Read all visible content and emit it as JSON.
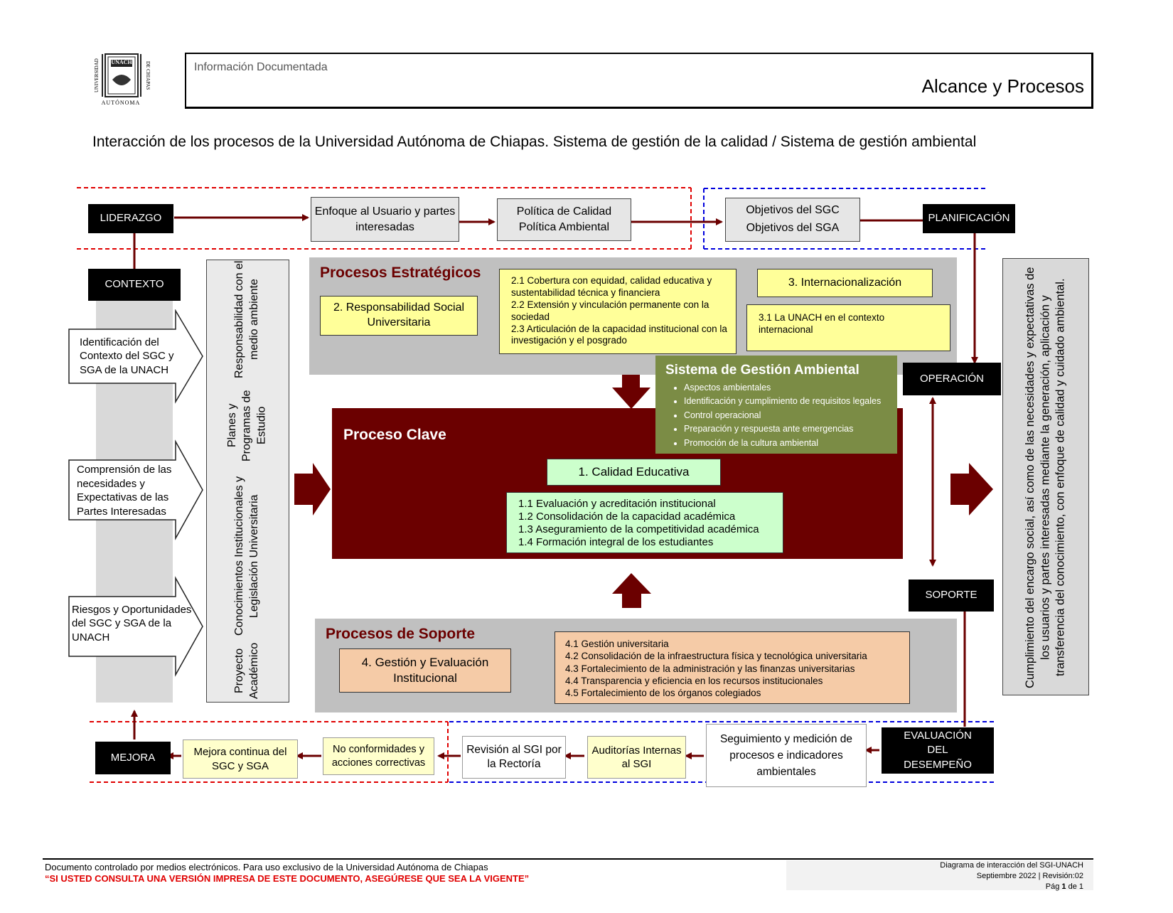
{
  "header": {
    "label": "Información Documentada",
    "title": "Alcance y Procesos"
  },
  "logo": {
    "text_left": "UNIVERSIDAD",
    "text_right": "DE CHIAPAS",
    "text_center": "UNACH",
    "text_bottom": "AUTÓNOMA"
  },
  "diagram": {
    "title": "Interacción de los procesos de la Universidad Autónoma de Chiapas. Sistema de gestión de la calidad / Sistema de gestión ambiental",
    "liderazgo": "LIDERAZGO",
    "enfoque": "Enfoque al Usuario y partes interesadas",
    "politica_1": "Política de Calidad",
    "politica_2": "Política Ambiental",
    "objetivos_1": "Objetivos del SGC",
    "objetivos_2": "Objetivos del SGA",
    "planificacion": "PLANIFICACIÓN",
    "contexto": "CONTEXTO",
    "ctx_1": "Identificación del Contexto del SGC y SGA de la UNACH",
    "ctx_2": "Comprensión de las necesidades y Expectativas de las Partes Interesadas",
    "ctx_3": "Riesgos y Oportunidades del SGC y SGA de la UNACH",
    "proyecto_1": "Proyecto Académico",
    "proyecto_2": "Conocimientos Institucionales y Legislación Universitaria",
    "proyecto_3": "Planes y Programas de Estudio",
    "proyecto_4": "Responsabilidad con el medio ambiente",
    "estrategicos_title": "Procesos Estratégicos",
    "resp_social": "2. Responsabilidad Social Universitaria",
    "estr_items": "2.1 Cobertura con equidad, calidad educativa y sustentabilidad técnica y financiera\n2.2 Extensión y vinculación permanente con la sociedad\n2.3 Articulación de la capacidad institucional con la investigación y el posgrado",
    "internac": "3. Internacionalización",
    "internac_item": "3.1 La UNACH en el contexto internacional",
    "sga_title": "Sistema de Gestión Ambiental",
    "sga_items": [
      "Aspectos ambientales",
      "Identificación y cumplimiento de requisitos legales",
      "Control operacional",
      "Preparación y respuesta ante emergencias",
      "Promoción de la cultura ambiental"
    ],
    "clave_title": "Proceso Clave",
    "calidad": "1. Calidad Educativa",
    "calidad_items": "1.1 Evaluación y acreditación institucional\n1.2 Consolidación de la capacidad académica\n1.3 Aseguramiento de la competitividad académica\n1.4 Formación integral de los estudiantes",
    "operacion": "OPERACIÓN",
    "soporte": "SOPORTE",
    "soporte_title": "Procesos de Soporte",
    "gestion": "4. Gestión y Evaluación Institucional",
    "soporte_items": "4.1 Gestión universitaria\n4.2 Consolidación de la infraestructura física y tecnológica universitaria\n4.3 Fortalecimiento de la administración y las finanzas universitarias\n4.4 Transparencia y eficiencia en los recursos institucionales\n4.5 Fortalecimiento de los órganos colegiados",
    "cumplimiento": "Cumplimiento del encargo social, así como de las necesidades y expectativas de los usuarios y partes interesadas mediante la generación, aplicación y transferencia del conocimiento, con enfoque de calidad y cuidado ambiental.",
    "mejora": "MEJORA",
    "mejora_continua": "Mejora continua del SGC y SGA",
    "no_conformidades": "No conformidades y acciones correctivas",
    "revision": "Revisión al SGI por la Rectoría",
    "auditorias": "Auditorías Internas al SGI",
    "seguimiento": "Seguimiento y medición de procesos e indicadores ambientales",
    "evaluacion": "EVALUACIÓN DEL DESEMPEÑO"
  },
  "footer": {
    "line1": "Documento controlado por medios electrónicos. Para uso exclusivo de la Universidad Autónoma de Chiapas",
    "line2": "“SI USTED CONSULTA UNA VERSIÓN IMPRESA DE ESTE DOCUMENTO, ASEGÚRESE QUE SEA LA VIGENTE”",
    "doc_name": "Diagrama de interacción del SGI-UNACH",
    "date_rev": "Septiembre 2022 | Revisión:02",
    "page_prefix": "Pág",
    "page_num": "1",
    "page_suffix": "de 1"
  },
  "colors": {
    "dark_red": "#6b0000",
    "arrow_red": "#5c0a0a",
    "gray_panel": "#c0c0c0",
    "sga_green": "#7b8c45",
    "mint": "#ccffcc",
    "peach": "#f5cba7",
    "dashed_red": "#e00000",
    "dashed_blue": "#0000dd"
  }
}
